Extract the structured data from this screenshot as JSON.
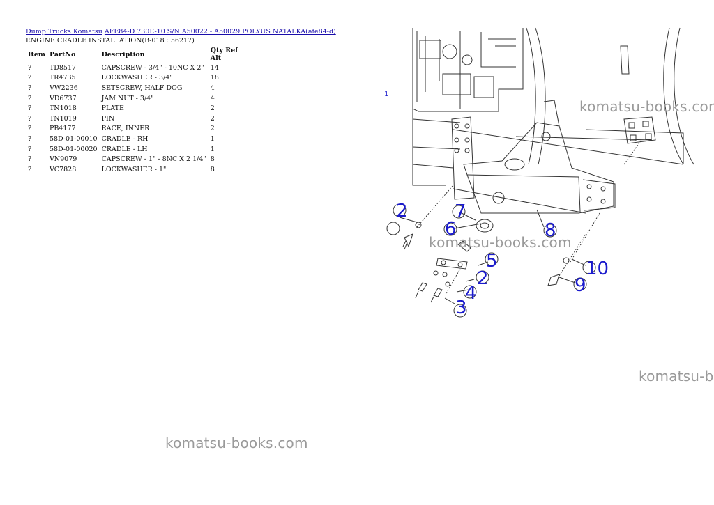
{
  "breadcrumb": {
    "category": "Dump Trucks Komatsu",
    "model": "AFE84-D 730E-10 S/N A50022 - A50029 POLYUS NATALKA(afe84-d)"
  },
  "page_title": "ENGINE CRADLE INSTALLATION(B-018 : 56217)",
  "table": {
    "headers": {
      "item": "Item",
      "partno": "PartNo",
      "description": "Description",
      "qty": "Qty Ref Alt"
    },
    "rows": [
      {
        "item": "?",
        "partno": "TD8517",
        "description": "CAPSCREW - 3/4\" - 10NC X 2\"",
        "qty": "14"
      },
      {
        "item": "?",
        "partno": "TR4735",
        "description": "LOCKWASHER - 3/4\"",
        "qty": "18"
      },
      {
        "item": "?",
        "partno": "VW2236",
        "description": "SETSCREW, HALF DOG",
        "qty": "4"
      },
      {
        "item": "?",
        "partno": "VD6737",
        "description": "JAM NUT - 3/4\"",
        "qty": "4"
      },
      {
        "item": "?",
        "partno": "TN1018",
        "description": "PLATE",
        "qty": "2"
      },
      {
        "item": "?",
        "partno": "TN1019",
        "description": "PIN",
        "qty": "2"
      },
      {
        "item": "?",
        "partno": "PB4177",
        "description": "RACE, INNER",
        "qty": "2"
      },
      {
        "item": "?",
        "partno": "58D-01-00010",
        "description": "CRADLE - RH",
        "qty": "1"
      },
      {
        "item": "?",
        "partno": "58D-01-00020",
        "description": "CRADLE - LH",
        "qty": "1"
      },
      {
        "item": "?",
        "partno": "VN9079",
        "description": "CAPSCREW - 1\" - 8NC X 2 1/4\"",
        "qty": "8"
      },
      {
        "item": "?",
        "partno": "VC7828",
        "description": "LOCKWASHER - 1\"",
        "qty": "8"
      }
    ]
  },
  "watermark": "komatsu-books.com",
  "watermark_clipped": "komatsu-b",
  "diagram": {
    "callouts": {
      "n1": "1",
      "n2a": "2",
      "n7": "7",
      "n6": "6",
      "n8": "8",
      "n5": "5",
      "n2b": "2",
      "n4": "4",
      "n3": "3",
      "n10": "10",
      "n9": "9"
    },
    "colors": {
      "callout": "#1a1acc",
      "line": "#333333"
    }
  }
}
